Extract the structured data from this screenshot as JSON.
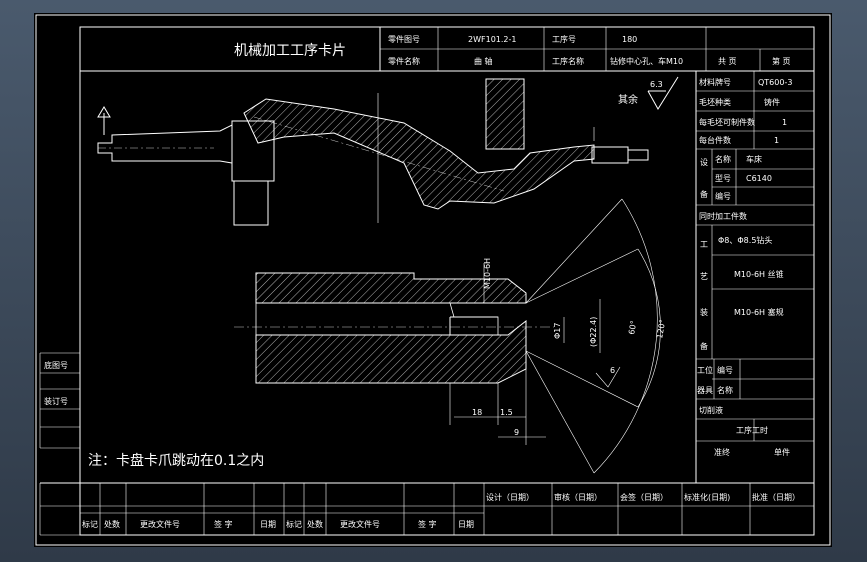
{
  "header": {
    "card_title": "机械加工工序卡片",
    "part_no_label": "零件图号",
    "part_no_value": "2WF101.2-1",
    "part_name_label": "零件名称",
    "part_name_value": "曲  轴",
    "op_no_label": "工序号",
    "op_no_value": "180",
    "op_name_label": "工序名称",
    "op_name_value": "钻修中心孔、车M10",
    "total_pages_label": "共  页",
    "page_label": "第  页"
  },
  "right_info": {
    "material_label": "材料牌号",
    "material_value": "QT600-3",
    "blank_type_label": "毛坯种类",
    "blank_type_value": "铸件",
    "parts_per_blank_label": "每毛坯可制件数",
    "parts_per_blank_value": "1",
    "parts_per_machine_label": "每台件数",
    "parts_per_machine_value": "1",
    "equipment_label_1": "设",
    "equipment_label_2": "备",
    "equip_name_label": "名称",
    "equip_name_value": "车床",
    "equip_model_label": "型号",
    "equip_model_value": "C6140",
    "equip_no_label": "编号",
    "simultaneous_label": "同时加工件数",
    "process_label_1": "工",
    "process_label_2": "艺",
    "process_label_3": "装",
    "process_label_4": "备",
    "process_items": [
      "Φ8、Φ8.5钻头",
      "M10-6H 丝锥",
      "M10-6H 塞规"
    ],
    "fixture_label_1": "工位",
    "fixture_label_2": "器具",
    "fixture_no_label": "编号",
    "fixture_name_label": "名称",
    "coolant_label": "切削液",
    "op_time_label": "工序工时",
    "prep_label": "准终",
    "unit_label": "单件"
  },
  "left_strip": {
    "base_drawing_label": "底图号",
    "binding_label": "装订号"
  },
  "drawing": {
    "roughness_remaining_label": "其余",
    "roughness_value": "6.3",
    "dims": {
      "thread": "M10-6H",
      "d17": "Φ17",
      "d22": "(Φ22.4)",
      "ang60": "60°",
      "ang120": "120°",
      "len18": "18",
      "len15": "1.5",
      "len9": "9",
      "rough6": "6"
    },
    "note": "注：卡盘卡爪跳动在0.1之内"
  },
  "approvals": {
    "design": "设计（日期）",
    "review": "审核（日期）",
    "countersign": "会签（日期）",
    "standardize": "标准化(日期)",
    "approve": "批准（日期）"
  },
  "revision_cols": [
    "标记",
    "处数",
    "更改文件号",
    "签  字",
    "日期",
    "标记",
    "处数",
    "更改文件号",
    "签  字",
    "日期"
  ]
}
